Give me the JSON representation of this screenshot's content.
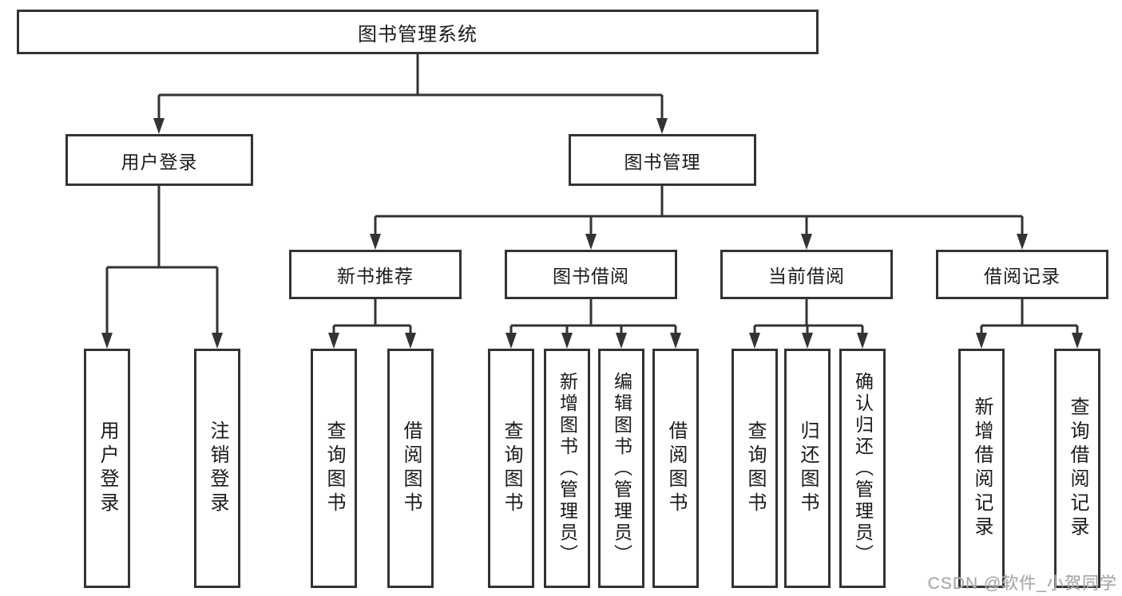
{
  "diagram": {
    "root": {
      "label": "图书管理系统"
    },
    "level2": [
      {
        "label": "用户登录"
      },
      {
        "label": "图书管理"
      }
    ],
    "level3": [
      {
        "label": "新书推荐"
      },
      {
        "label": "图书借阅"
      },
      {
        "label": "当前借阅"
      },
      {
        "label": "借阅记录"
      }
    ],
    "leaves": [
      {
        "label": "用户登录"
      },
      {
        "label": "注销登录"
      },
      {
        "label": "查询图书"
      },
      {
        "label": "借阅图书"
      },
      {
        "label": "查询图书"
      },
      {
        "label": "新增图书（管理员）"
      },
      {
        "label": "编辑图书（管理员）"
      },
      {
        "label": "借阅图书"
      },
      {
        "label": "查询图书"
      },
      {
        "label": "归还图书"
      },
      {
        "label": "确认归还（管理员）"
      },
      {
        "label": "新增借阅记录"
      },
      {
        "label": "查询借阅记录"
      }
    ]
  },
  "watermark": {
    "text": "CSDN @软件_小贺同学"
  },
  "colors": {
    "line": "#333333",
    "box_border": "#333333",
    "text": "#1a1a1a",
    "watermark": "#a8a8a8",
    "background": "#ffffff"
  }
}
